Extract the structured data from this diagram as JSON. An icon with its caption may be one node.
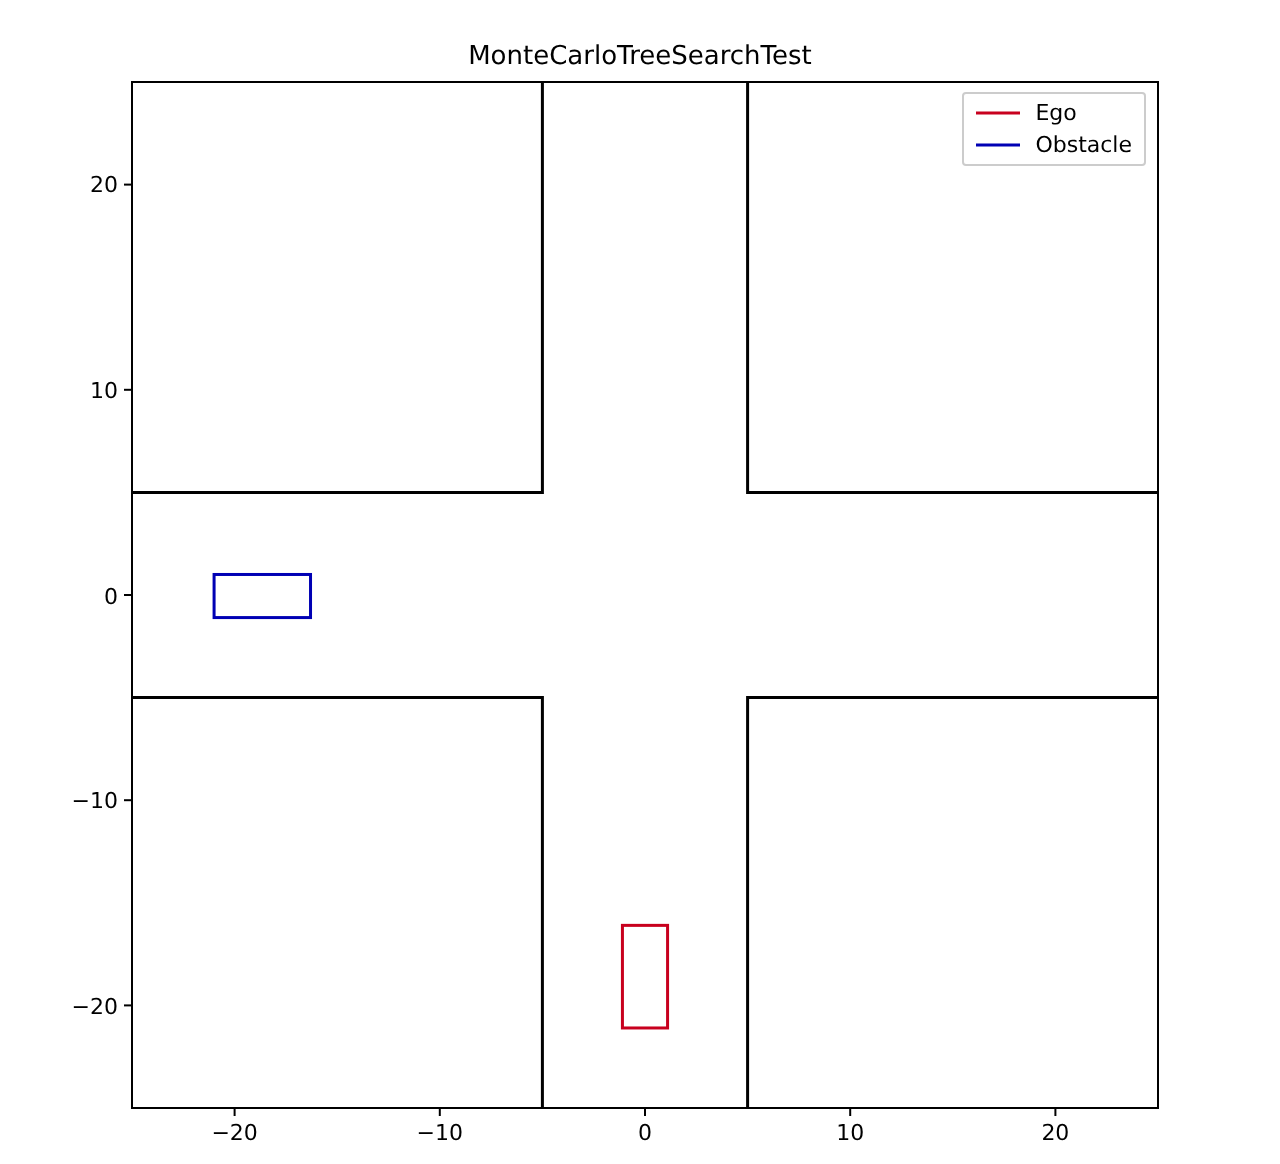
{
  "diagram": {
    "title": "MonteCarloTreeSearchTest",
    "labels": [
      "20",
      "10",
      "0",
      "−10",
      "−20",
      "−20",
      "−10",
      "0",
      "10",
      "20"
    ],
    "legend": [
      {
        "text": "Ego"
      },
      {
        "text": "Obstacle"
      }
    ]
  }
}
